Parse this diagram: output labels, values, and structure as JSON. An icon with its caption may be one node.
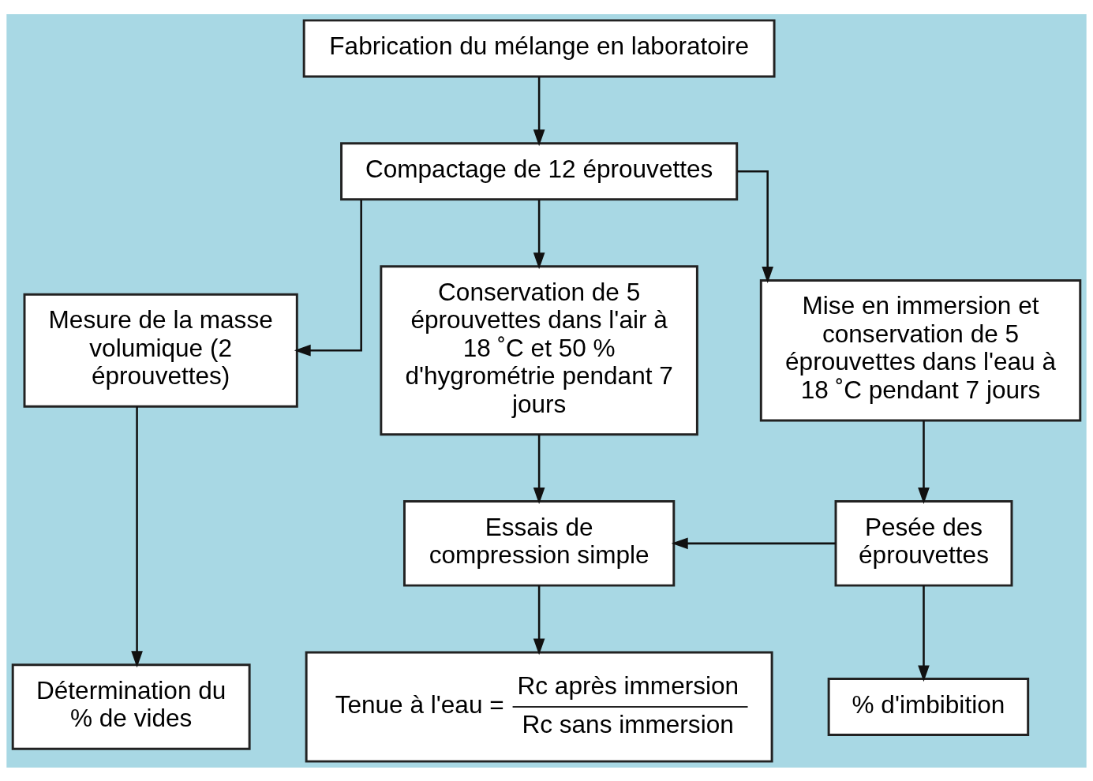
{
  "diagram": {
    "nodes": [
      {
        "text": [
          "Fabrication du mélange en laboratoire"
        ]
      },
      {
        "text": [
          "Compactage de 12 éprouvettes"
        ]
      },
      {
        "text": [
          "Mesure de la masse volumique (2 éprouvettes)"
        ]
      },
      {
        "text": [
          "Conservation de 5 éprouvettes dans l'air à 18 ˚C et 50 % d'hygrométrie pendant 7 jours"
        ]
      },
      {
        "text": [
          "Mise en immersion et conservation de 5 éprouvettes dans l'eau à 18 ˚C pendant 7 jours"
        ]
      },
      {
        "text": [
          "Essais de compression simple"
        ]
      },
      {
        "text": [
          "Pesée des éprouvettes"
        ]
      },
      {
        "text": [
          "Détermination du % de vides"
        ]
      },
      {
        "text": [
          "Tenue à l'eau =",
          "Rc après immersion",
          "Rc sans immersion"
        ]
      },
      {
        "text": [
          "% d'imbibition"
        ]
      }
    ],
    "edges": [
      {
        "from": 0,
        "to": 1,
        "arrow": "to"
      },
      {
        "from": 1,
        "to": 2,
        "arrow": "to"
      },
      {
        "from": 1,
        "to": 3,
        "arrow": "to"
      },
      {
        "from": 1,
        "to": 4,
        "arrow": "to"
      },
      {
        "from": 2,
        "to": 7,
        "arrow": "to"
      },
      {
        "from": 3,
        "to": 5,
        "arrow": "to"
      },
      {
        "from": 4,
        "to": 6,
        "arrow": "to"
      },
      {
        "from": 6,
        "to": 5,
        "arrow": "to"
      },
      {
        "from": 5,
        "to": 8,
        "arrow": "to"
      },
      {
        "from": 6,
        "to": 9,
        "arrow": "to"
      }
    ]
  }
}
